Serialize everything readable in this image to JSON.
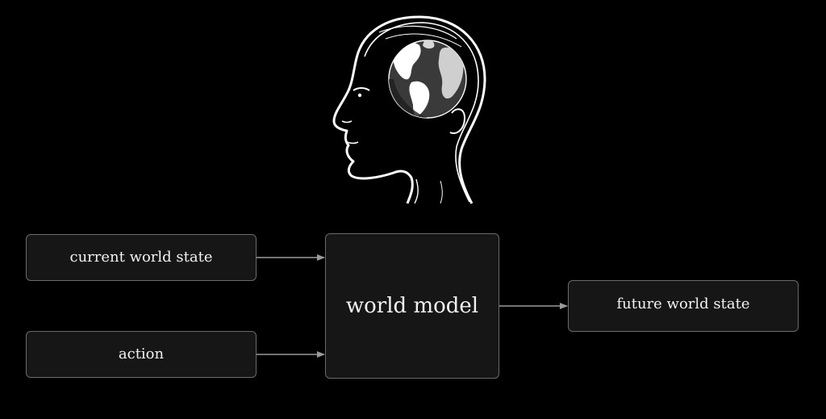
{
  "diagram": {
    "inputs": {
      "current_state": "current world state",
      "action": "action"
    },
    "model": "world model",
    "output": "future world state"
  },
  "illustration": {
    "icon": "head-with-globe-icon"
  },
  "colors": {
    "background": "#000000",
    "box_fill": "#161616",
    "box_border": "#6a6a6a",
    "arrow": "#9a9a9a",
    "text": "#f2f2f2"
  }
}
